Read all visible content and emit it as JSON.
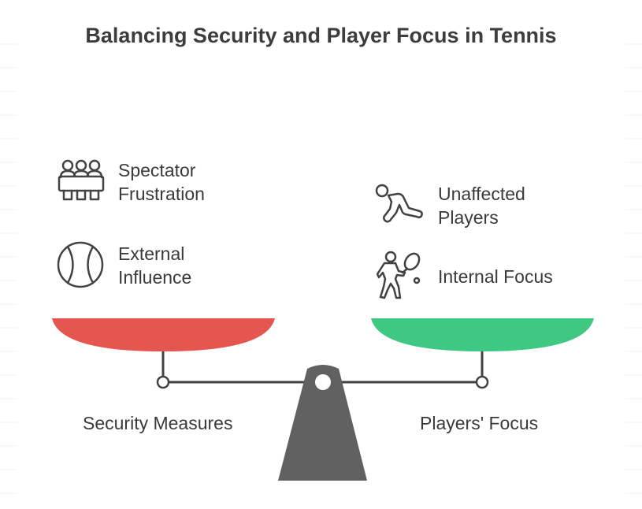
{
  "title": "Balancing Security and Player Focus in Tennis",
  "left": {
    "base_label": "Security Measures",
    "color": "#e55651",
    "items": [
      {
        "line1": "Spectator",
        "line2": "Frustration",
        "icon": "spectators-icon"
      },
      {
        "line1": "External",
        "line2": "Influence",
        "icon": "tennis-ball-icon"
      }
    ]
  },
  "right": {
    "base_label": "Players' Focus",
    "color": "#3ec882",
    "items": [
      {
        "line1": "Unaffected",
        "line2": "Players",
        "icon": "crouching-player-icon"
      },
      {
        "line1": "Internal Focus",
        "line2": "",
        "icon": "tennis-player-icon"
      }
    ]
  },
  "colors": {
    "fulcrum": "#616161",
    "stroke": "#424242"
  }
}
